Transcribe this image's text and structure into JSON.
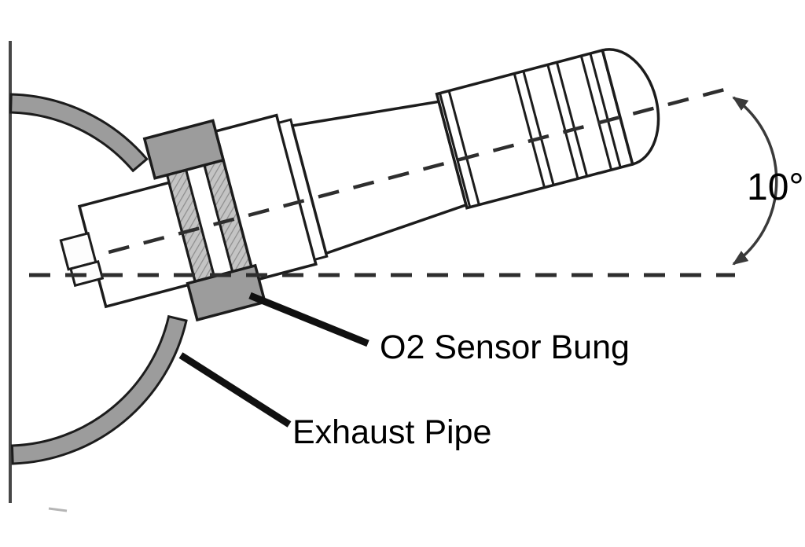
{
  "diagram": {
    "labels": {
      "o2_sensor_bung": "O2 Sensor Bung",
      "exhaust_pipe": "Exhaust Pipe"
    },
    "angle_annotation": {
      "value": "10",
      "degree_symbol": "°"
    },
    "colors": {
      "background": "#ffffff",
      "line": "#1c1c1c",
      "metal_gray": "#9c9c9c",
      "hatch_gray": "#c4c4c4",
      "dash_line": "#2e2e2e",
      "leader_line": "#101010",
      "label_text": "#000000"
    }
  }
}
